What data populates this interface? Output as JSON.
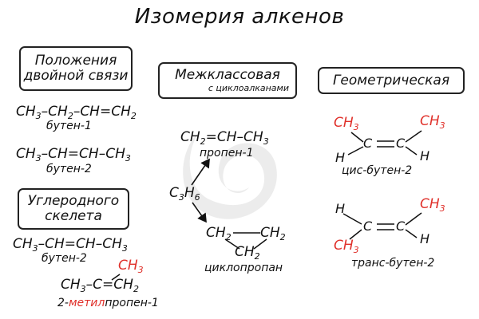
{
  "title": "Изомерия алкенов",
  "sections": {
    "position": {
      "heading": [
        "Положения",
        "двойной связи"
      ]
    },
    "skeleton": {
      "heading": [
        "Углеродного",
        "скелета"
      ]
    },
    "interclass": {
      "heading": "Межклассовая",
      "subheading": "с циклоалканами"
    },
    "geometric": {
      "heading": "Геометрическая"
    }
  },
  "molecules": {
    "butene1": {
      "name": "бутен-1"
    },
    "butene2": {
      "name": "бутен-2"
    },
    "butene2b": {
      "name": "бутен-2"
    },
    "methylpropene": {
      "name_prefix": "2-",
      "name_red": "метил",
      "name_suffix": "пропен-1"
    },
    "propene": {
      "name": "пропен-1"
    },
    "cyclopropane": {
      "name": "циклопропан"
    },
    "cis": {
      "name": "цис-бутен-2"
    },
    "trans": {
      "name": "транс-бутен-2"
    }
  },
  "atoms": {
    "C": "C",
    "H": "H"
  },
  "colors": {
    "accent": "#e0312b",
    "text": "#111111",
    "watermark": "#e6e6e6"
  }
}
